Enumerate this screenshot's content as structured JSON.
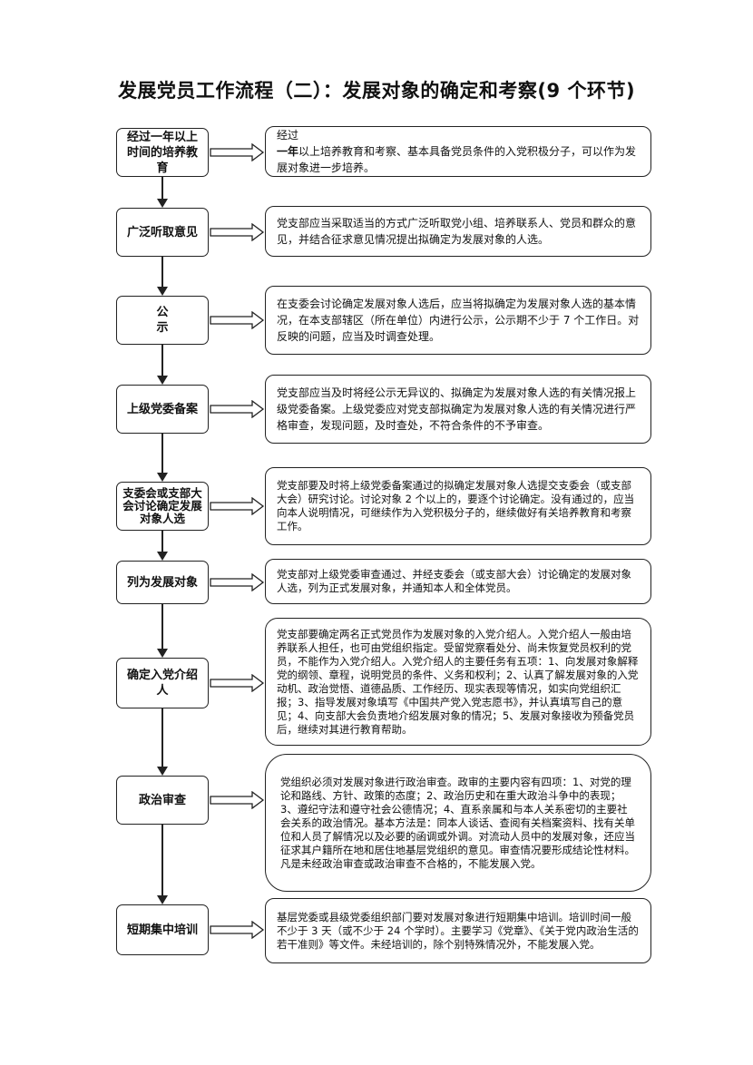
{
  "title": "发展党员工作流程（二）：发展对象的确定和考察(9 个环节)",
  "steps": [
    {
      "label": "经过一年以上时间的培养教育",
      "description_prefix": "经过",
      "description_bold": "一年",
      "description": "以上培养教育和考察、基本具备党员条件的入党积极分子，可以作为发展对象进一步培养。"
    },
    {
      "label": "广泛听取意见",
      "description": "党支部应当采取适当的方式广泛听取党小组、培养联系人、党员和群众的意见，并结合征求意见情况提出拟确定为发展对象的人选。"
    },
    {
      "label": "公　示",
      "description": "在支委会讨论确定发展对象人选后，应当将拟确定为发展对象人选的基本情况，在本支部辖区（所在单位）内进行公示，公示期不少于 7 个工作日。对反映的问题，应当及时调查处理。"
    },
    {
      "label": "上级党委备案",
      "description": "党支部应当及时将经公示无异议的、拟确定为发展对象人选的有关情况报上级党委备案。上级党委应对党支部拟确定为发展对象人选的有关情况进行严格审查，发现问题，及时查处，不符合条件的不予审查。"
    },
    {
      "label": "支委会或支部大会讨论确定发展对象人选",
      "description": "党支部要及时将上级党委备案通过的拟确定发展对象人选提交支委会（或支部大会）研究讨论。讨论对象 2 个以上的，要逐个讨论确定。没有通过的，应当向本人说明情况，可继续作为入党积极分子的，继续做好有关培养教育和考察工作。"
    },
    {
      "label": "列为发展对象",
      "description": "党支部对上级党委审查通过、并经支委会（或支部大会）讨论确定的发展对象人选，列为正式发展对象，并通知本人和全体党员。"
    },
    {
      "label": "确定入党介绍人",
      "description": "党支部要确定两名正式党员作为发展对象的入党介绍人。入党介绍人一般由培养联系人担任，也可由党组织指定。受留党察看处分、尚未恢复党员权利的党员，不能作为入党介绍人。入党介绍人的主要任务有五项：1、向发展对象解释党的纲领、章程，说明党员的条件、义务和权利；2、认真了解发展对象的入党动机、政治觉悟、道德品质、工作经历、现实表现等情况，如实向党组织汇报；3、指导发展对象填写《中国共产党入党志愿书》，并认真填写自己的意见；4、向支部大会负责地介绍发展对象的情况；5、发展对象接收为预备党员后，继续对其进行教育帮助。"
    },
    {
      "label": "政治审查",
      "description": "党组织必须对发展对象进行政治审查。政审的主要内容有四项：1、对党的理论和路线、方针、政策的态度；2、政治历史和在重大政治斗争中的表现；3、遵纪守法和遵守社会公德情况；4、直系亲属和与本人关系密切的主要社会关系的政治情况。基本方法是：同本人谈话、查阅有关档案资料、找有关单位和人员了解情况以及必要的函调或外调。对流动人员中的发展对象，还应当征求其户籍所在地和居住地基层党组织的意见。审查情况要形成结论性材料。凡是未经政治审查或政治审查不合格的，不能发展入党。"
    },
    {
      "label": "短期集中培训",
      "description": "基层党委或县级党委组织部门要对发展对象进行短期集中培训。培训时间一般不少于 3 天（或不少于 24 个学时）。主要学习《党章》、《关于党内政治生活的若干准则》等文件。未经培训的，除个别特殊情况外，不能发展入党。"
    }
  ]
}
